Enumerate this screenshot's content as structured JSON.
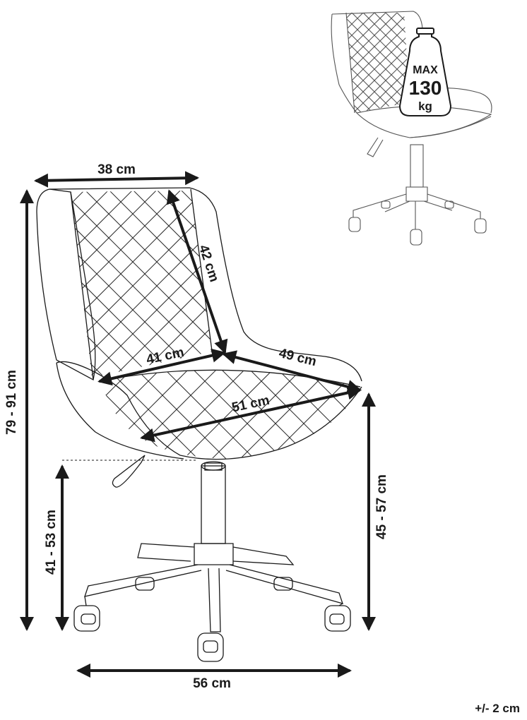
{
  "dimensions": {
    "backrest_width": "38 cm",
    "backrest_height": "42 cm",
    "seat_depth": "41 cm",
    "seat_width": "49 cm",
    "seat_diagonal": "51 cm",
    "total_height": "79 - 91 cm",
    "seat_height_from_floor": "41 - 53 cm",
    "armless_seat_height": "45 - 57 cm",
    "base_width": "56 cm"
  },
  "weight_badge": {
    "line1": "MAX",
    "line2": "130",
    "line3": "kg"
  },
  "tolerance": "+/- 2 cm",
  "colors": {
    "line": "#1a1a1a",
    "background": "#ffffff"
  }
}
